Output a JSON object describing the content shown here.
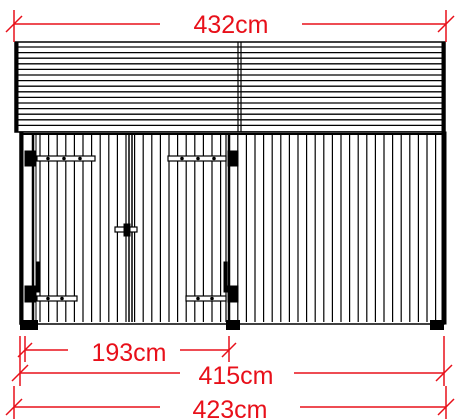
{
  "dimensions": {
    "roof_width": "432cm",
    "door_width": "193cm",
    "wall_width": "415cm",
    "base_width": "423cm"
  },
  "colors": {
    "dimension": "#e8101a",
    "line": "#000000",
    "background": "#ffffff"
  }
}
